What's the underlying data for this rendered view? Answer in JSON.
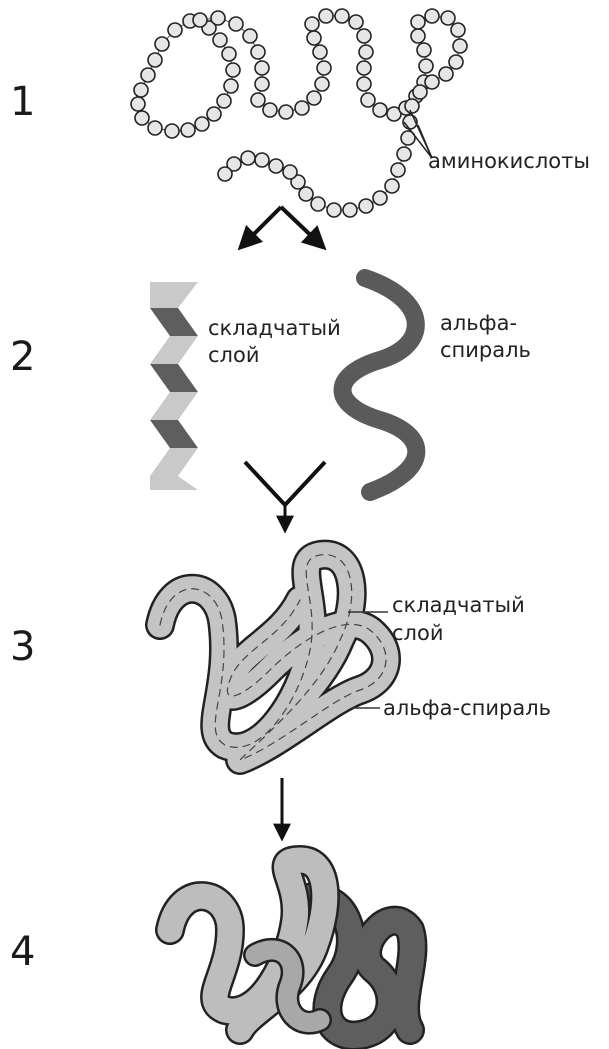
{
  "levels": [
    "1",
    "2",
    "3",
    "4"
  ],
  "labels": {
    "amino_acids": "аминокислоты",
    "pleated_sheet": [
      "складчатый",
      "слой"
    ],
    "alpha_helix": [
      "альфа-",
      "спираль"
    ],
    "pleated_sheet_3": [
      "складчатый",
      "слой"
    ],
    "alpha_helix_3": "альфа-спираль"
  },
  "colors": {
    "ink": "#222222",
    "light_gray": "#c4c4c4",
    "mid_gray": "#a8a8a8",
    "dark_gray": "#5e5e5e",
    "bead_fill": "#e6e6e6"
  }
}
